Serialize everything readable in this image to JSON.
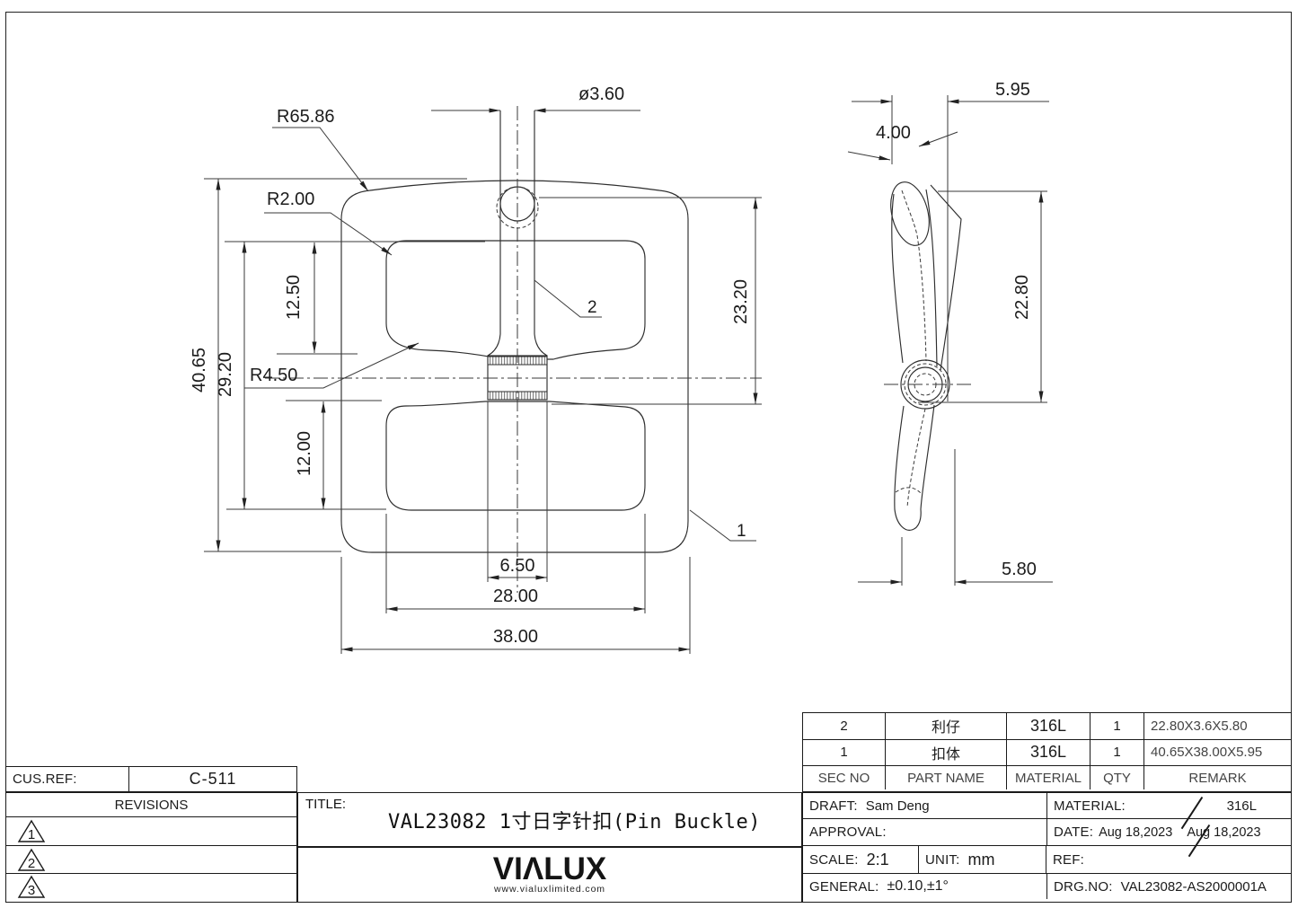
{
  "dims": {
    "front": {
      "r65": "R65.86",
      "r2": "R2.00",
      "r45": "R4.50",
      "dia": "ø3.60",
      "v125": "12.50",
      "v292": "29.20",
      "v4065": "40.65",
      "v12": "12.00",
      "v232": "23.20",
      "w65": "6.50",
      "w28": "28.00",
      "w38": "38.00",
      "ref1": "1",
      "ref2": "2"
    },
    "side": {
      "w595": "5.95",
      "w4": "4.00",
      "v228": "22.80",
      "w58": "5.80"
    }
  },
  "sheet": {
    "parts_table": {
      "headers": {
        "sec_no": "SEC NO",
        "part_name": "PART NAME",
        "material": "MATERIAL",
        "qty": "QTY",
        "remark": "REMARK"
      },
      "rows": [
        {
          "sec_no": "2",
          "part_name": "利仔",
          "material": "316L",
          "qty": "1",
          "remark": "22.80X3.6X5.80"
        },
        {
          "sec_no": "1",
          "part_name": "扣体",
          "material": "316L",
          "qty": "1",
          "remark": "40.65X38.00X5.95"
        }
      ]
    },
    "cus_ref": {
      "label": "CUS.REF:",
      "value": "C-511"
    },
    "revisions": {
      "label": "REVISIONS",
      "markers": [
        "1",
        "2",
        "3"
      ]
    },
    "title": {
      "label": "TITLE:",
      "value": "VAL23082  1寸日字针扣(Pin Buckle)"
    },
    "logo": {
      "text": "VIΛLUX",
      "url": "www.vialuxlimited.com"
    },
    "info": {
      "draft_label": "DRAFT:",
      "draft": "Sam Deng",
      "approval_label": "APPROVAL:",
      "scale_label": "SCALE:",
      "scale": "2:1",
      "unit_label": "UNIT:",
      "unit": "mm",
      "general_label": "GENERAL:",
      "general": "±0.10,±1°",
      "material_label": "MATERIAL:",
      "material": "316L",
      "date_label": "DATE:",
      "date1": "Aug 18,2023",
      "date2": "Aug 18,2023",
      "ref_label": "REF:",
      "drg_label": "DRG.NO:",
      "drg_no": "VAL23082-AS2000001A"
    }
  }
}
